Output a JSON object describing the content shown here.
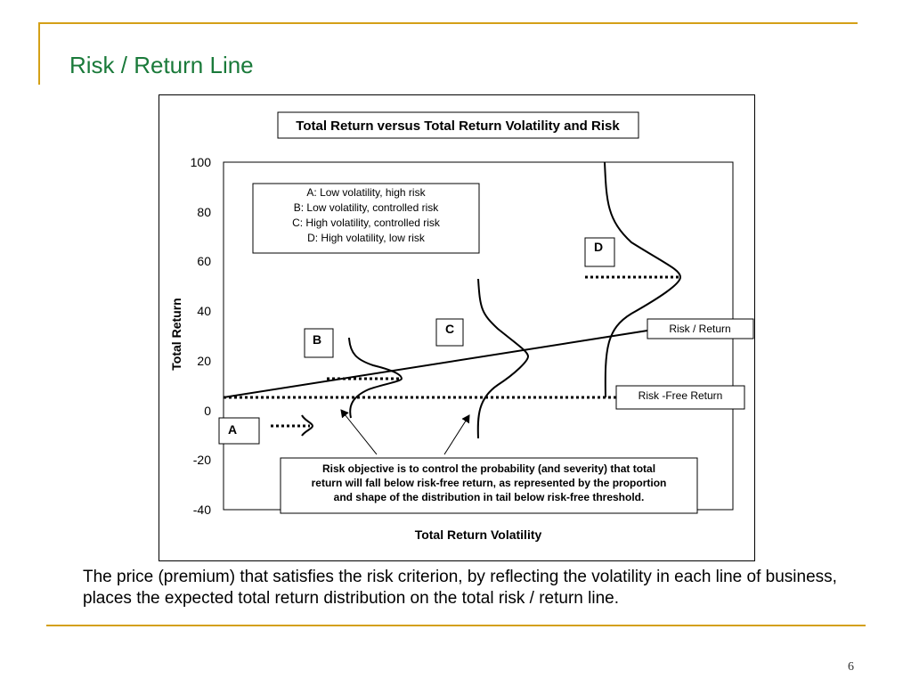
{
  "slide": {
    "title": "Risk / Return Line",
    "caption": "The price (premium) that satisfies the risk criterion, by reflecting the volatility in each line of business, places the expected total return distribution on the total risk / return line.",
    "page_number": "6",
    "accent_color": "#d4a017",
    "title_color": "#1a7a3a"
  },
  "diagram": {
    "title": "Total Return versus Total Return Volatility and Risk",
    "x_label": "Total Return Volatility",
    "y_label": "Total Return",
    "y_ticks": [
      "100",
      "80",
      "60",
      "40",
      "20",
      "0",
      "-20",
      "-40"
    ],
    "y_range": [
      -40,
      100
    ],
    "legend": [
      "A:  Low volatility, high risk",
      "B:  Low volatility, controlled risk",
      "C:  High volatility, controlled risk",
      "D:  High volatility, low risk"
    ],
    "distribution_labels": [
      "A",
      "B",
      "C",
      "D"
    ],
    "line_labels": {
      "risk_return": "Risk / Return",
      "risk_free": "Risk -Free Return"
    },
    "note": [
      "Risk objective is to control the probability (and severity) that total",
      "return will fall below risk-free return, as represented by the proportion",
      "and shape of the distribution in tail below risk-free threshold."
    ]
  }
}
